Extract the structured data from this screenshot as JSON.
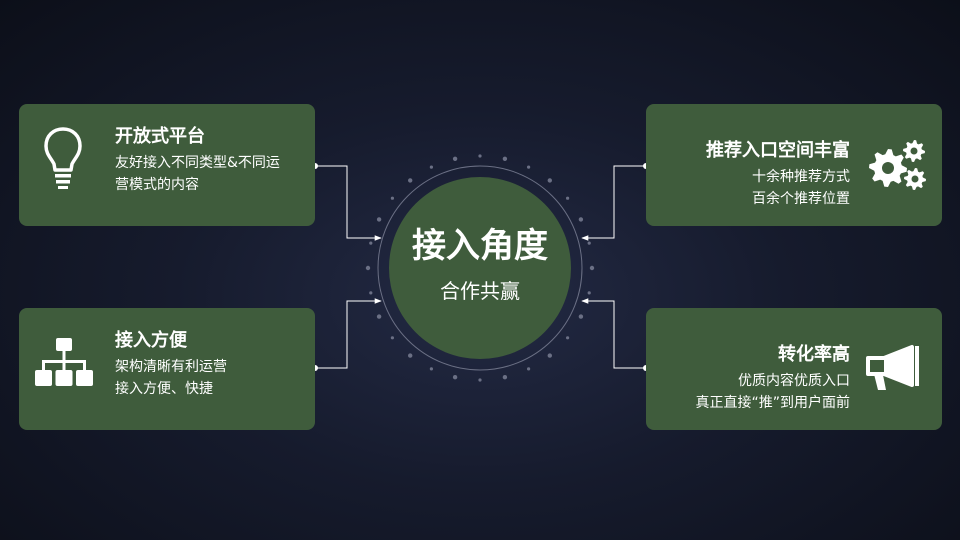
{
  "center": {
    "title": "接入角度",
    "subtitle": "合作共赢"
  },
  "cards": {
    "top_left": {
      "title": "开放式平台",
      "lines": [
        "友好接入不同类型&不同运",
        "营模式的内容"
      ],
      "icon": "lightbulb-icon"
    },
    "bottom_left": {
      "title": "接入方便",
      "lines": [
        "架构清晰有利运营",
        "接入方便、快捷"
      ],
      "icon": "org-chart-icon"
    },
    "top_right": {
      "title": "推荐入口空间丰富",
      "lines": [
        "十余种推荐方式",
        "百余个推荐位置"
      ],
      "icon": "gears-icon"
    },
    "bottom_right": {
      "title": "转化率高",
      "lines": [
        "优质内容优质入口",
        "真正直接“推”到用户面前"
      ],
      "icon": "megaphone-icon"
    }
  },
  "colors": {
    "card_bg": "#3f5c3c",
    "circle_fill": "#3f5c3c",
    "background": "#161b2d",
    "text": "#ffffff"
  }
}
